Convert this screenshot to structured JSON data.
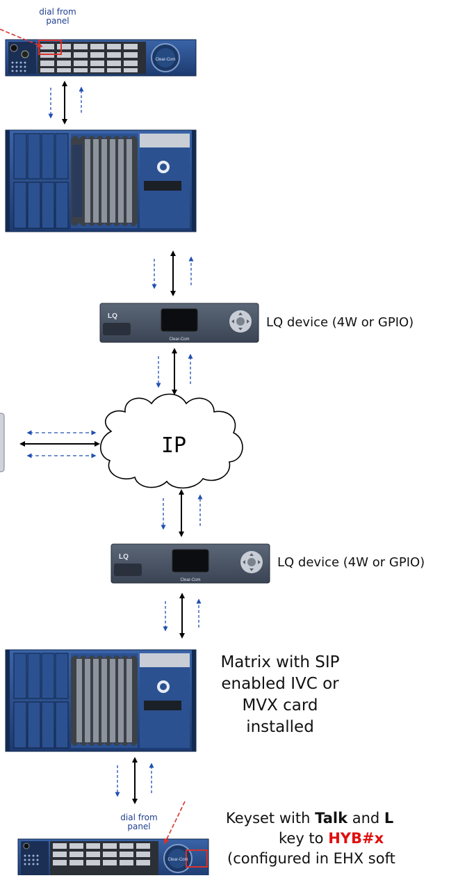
{
  "labels": {
    "dial_top": "dial  from\npanel",
    "dial_bottom": "dial  from\npanel",
    "lq_device_1": "LQ device (4W or GPIO)",
    "lq_device_2": "LQ device (4W or GPIO)",
    "ip_cloud": "IP",
    "matrix_text": "Matrix with SIP\nenabled IVC or\nMVX card\ninstalled",
    "keyset_pre": "Keyset with ",
    "keyset_talk": "Talk",
    "keyset_and": " and ",
    "keyset_l": "L",
    "keyset_key_to": "key to ",
    "keyset_hyb": "HYB#x",
    "keyset_config": "(configured in EHX soft"
  },
  "devices": {
    "lq_logo": "LQ",
    "lq_brand": "Clear-Com",
    "panel_brand": "Clear-Com"
  },
  "colors": {
    "device_blue": "#2a4f8a",
    "device_dark": "#1b2f55",
    "arrow_black": "#000000",
    "arrow_blue": "#1f4fb0",
    "highlight_red": "#d9322b",
    "lq_body": "#4a5566"
  }
}
